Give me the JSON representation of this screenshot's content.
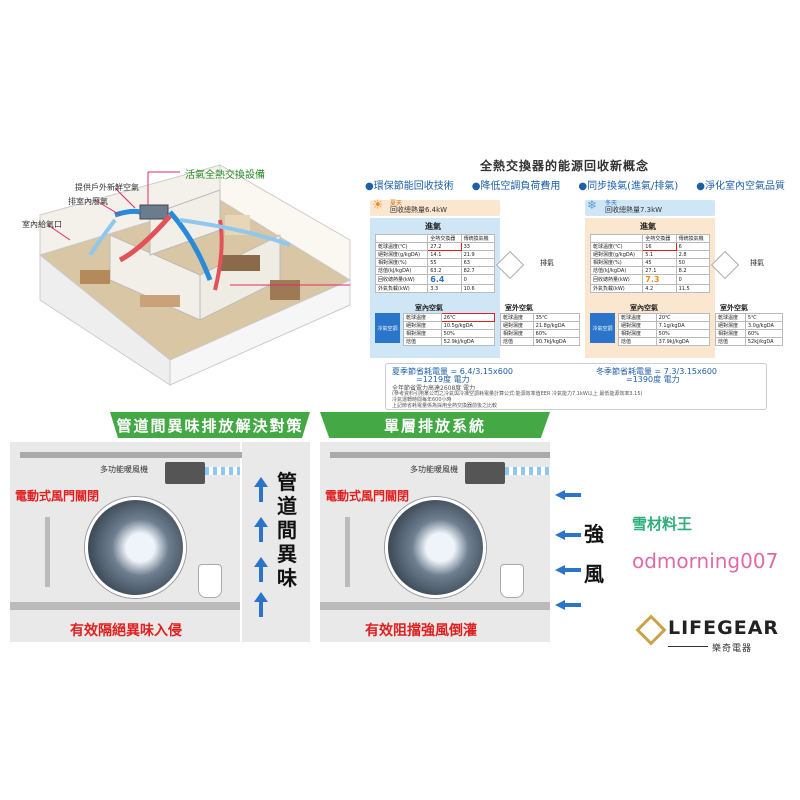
{
  "house": {
    "device_label": "活氣全熱交換設備",
    "fresh_air_label": "提供戶外新鮮空氣",
    "exhaust_label": "排室內廢氣",
    "return_label": "室內給氧口"
  },
  "energy": {
    "title": "全熱交換器的能源回收新概念",
    "features": [
      "●環保節能回收技術",
      "●降低空調負荷費用",
      "●同步換氣(進氣/排氣)",
      "●淨化室內空氣品質"
    ],
    "summer": {
      "season": "夏天",
      "recovery": "回收總熱量6.4kW",
      "intake": "進氣",
      "exhaust": "排氣",
      "indoor": "室內空氣",
      "outdoor": "室外空氣",
      "table_header": [
        "",
        "全熱交換器",
        "傳統換氣機"
      ],
      "rows": [
        [
          "乾球溫度(℃)",
          "27.2",
          "33"
        ],
        [
          "絕對濕度(g/kgDA)",
          "14.1",
          "21.9"
        ],
        [
          "相對濕度(%)",
          "55",
          "63"
        ],
        [
          "焓值(kJ/kgDA)",
          "63.2",
          "82.7"
        ],
        [
          "回收總熱量(kW)",
          "6.4",
          "0"
        ],
        [
          "外氣負載(kW)",
          "3.3",
          "10.6"
        ]
      ],
      "indoor_rows": [
        [
          "乾球溫度",
          "26℃"
        ],
        [
          "絕對濕度",
          "10.5g/kgDA"
        ],
        [
          "相對濕度",
          "50%"
        ],
        [
          "焓值",
          "52.9kJ/kgDA"
        ]
      ],
      "outdoor_rows": [
        [
          "乾球溫度",
          "35℃"
        ],
        [
          "絕對濕度",
          "21.8g/kgDA"
        ],
        [
          "相對濕度",
          "60%"
        ],
        [
          "焓值",
          "90.7kJ/kgDA"
        ]
      ],
      "ac_label": "冷氣空調"
    },
    "winter": {
      "season": "冬天",
      "recovery": "回收總熱量7.3kW",
      "intake": "進氣",
      "exhaust": "排氣",
      "indoor": "室內空氣",
      "outdoor": "室外空氣",
      "table_header": [
        "",
        "全熱交換器",
        "傳統換氣機"
      ],
      "rows": [
        [
          "乾球溫度(℃)",
          "16",
          "6"
        ],
        [
          "絕對濕度(g/kgDA)",
          "5.1",
          "2.8"
        ],
        [
          "相對濕度(%)",
          "45",
          "50"
        ],
        [
          "焓值(kJ/kgDA)",
          "27.1",
          "8.2"
        ],
        [
          "回收總熱量(kW)",
          "7.3",
          "0"
        ],
        [
          "外氣負載(kW)",
          "4.2",
          "11.5"
        ]
      ],
      "indoor_rows": [
        [
          "乾球溫度",
          "20℃"
        ],
        [
          "絕對濕度",
          "7.1g/kgDA"
        ],
        [
          "相對濕度",
          "50%"
        ],
        [
          "焓值",
          "37.9kJ/kgDA"
        ]
      ],
      "outdoor_rows": [
        [
          "乾球溫度",
          "5℃"
        ],
        [
          "絕對濕度",
          "3.0g/kgDA"
        ],
        [
          "相對濕度",
          "60%"
        ],
        [
          "焓值",
          "52kJ/kgDA"
        ]
      ],
      "ac_label": "冷氣空調"
    },
    "summer_calc": "夏季節省耗電量 = 6.4/3.15x600",
    "summer_result": "=1219度 電力",
    "winter_calc": "冬季節省耗電量 = 7.3/3.15x600",
    "winter_result": "=1390度 電力",
    "year_total": "全年節省電力高達2608度 電力",
    "footnote_1": "(參考資料引用某公司之冷氣與冷凍空調耗電量計算公式:能源效率值EER 冷氣能力7.1kW以上 最低能源效率3.15)",
    "footnote_2": "冷氣運轉時間每年600小時",
    "footnote_3": "上記節省耗電量係為採用全熱交換器前後之比較"
  },
  "left_panel": {
    "banner": "管道間異味排放解決對策",
    "fan_label": "多功能暖風機",
    "damper_label": "電動式風門關閉",
    "vertical_text": [
      "管",
      "道",
      "間",
      "異",
      "味"
    ],
    "caption": "有效隔絕異味入侵"
  },
  "right_panel": {
    "banner": "單層排放系統",
    "fan_label": "多功能暖風機",
    "damper_label": "電動式風門關閉",
    "vertical_text": [
      "強",
      "風"
    ],
    "caption": "有效阻擋強風倒灌"
  },
  "watermark": {
    "line1": "雪材料王",
    "line2": "odmorning007"
  },
  "brand": {
    "name": "LIFEGEAR",
    "sub": "樂奇電器"
  },
  "colors": {
    "green": "#44a844",
    "red": "#e02020",
    "blue": "#2a74c9",
    "summer_bg": "#cfe6f6",
    "winter_bg": "#fbe6cf"
  }
}
